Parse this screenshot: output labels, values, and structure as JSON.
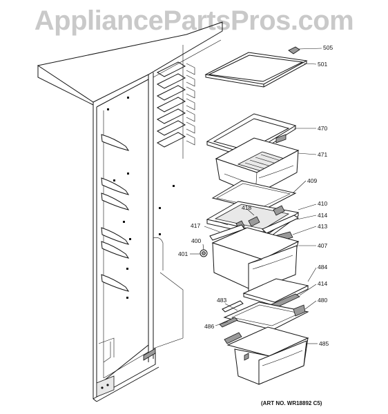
{
  "watermark": {
    "text": "AppliancePartsPros.com"
  },
  "art_number": "(ART NO. WR18892 C5)",
  "callouts": [
    {
      "id": "505",
      "label": "505"
    },
    {
      "id": "501",
      "label": "501"
    },
    {
      "id": "470",
      "label": "470"
    },
    {
      "id": "471",
      "label": "471"
    },
    {
      "id": "409",
      "label": "409"
    },
    {
      "id": "418",
      "label": "418"
    },
    {
      "id": "410",
      "label": "410"
    },
    {
      "id": "414a",
      "label": "414"
    },
    {
      "id": "417",
      "label": "417"
    },
    {
      "id": "413",
      "label": "413"
    },
    {
      "id": "400",
      "label": "400"
    },
    {
      "id": "407",
      "label": "407"
    },
    {
      "id": "401",
      "label": "401"
    },
    {
      "id": "484",
      "label": "484"
    },
    {
      "id": "414b",
      "label": "414"
    },
    {
      "id": "483",
      "label": "483"
    },
    {
      "id": "480",
      "label": "480"
    },
    {
      "id": "486",
      "label": "486"
    },
    {
      "id": "485",
      "label": "485"
    }
  ]
}
